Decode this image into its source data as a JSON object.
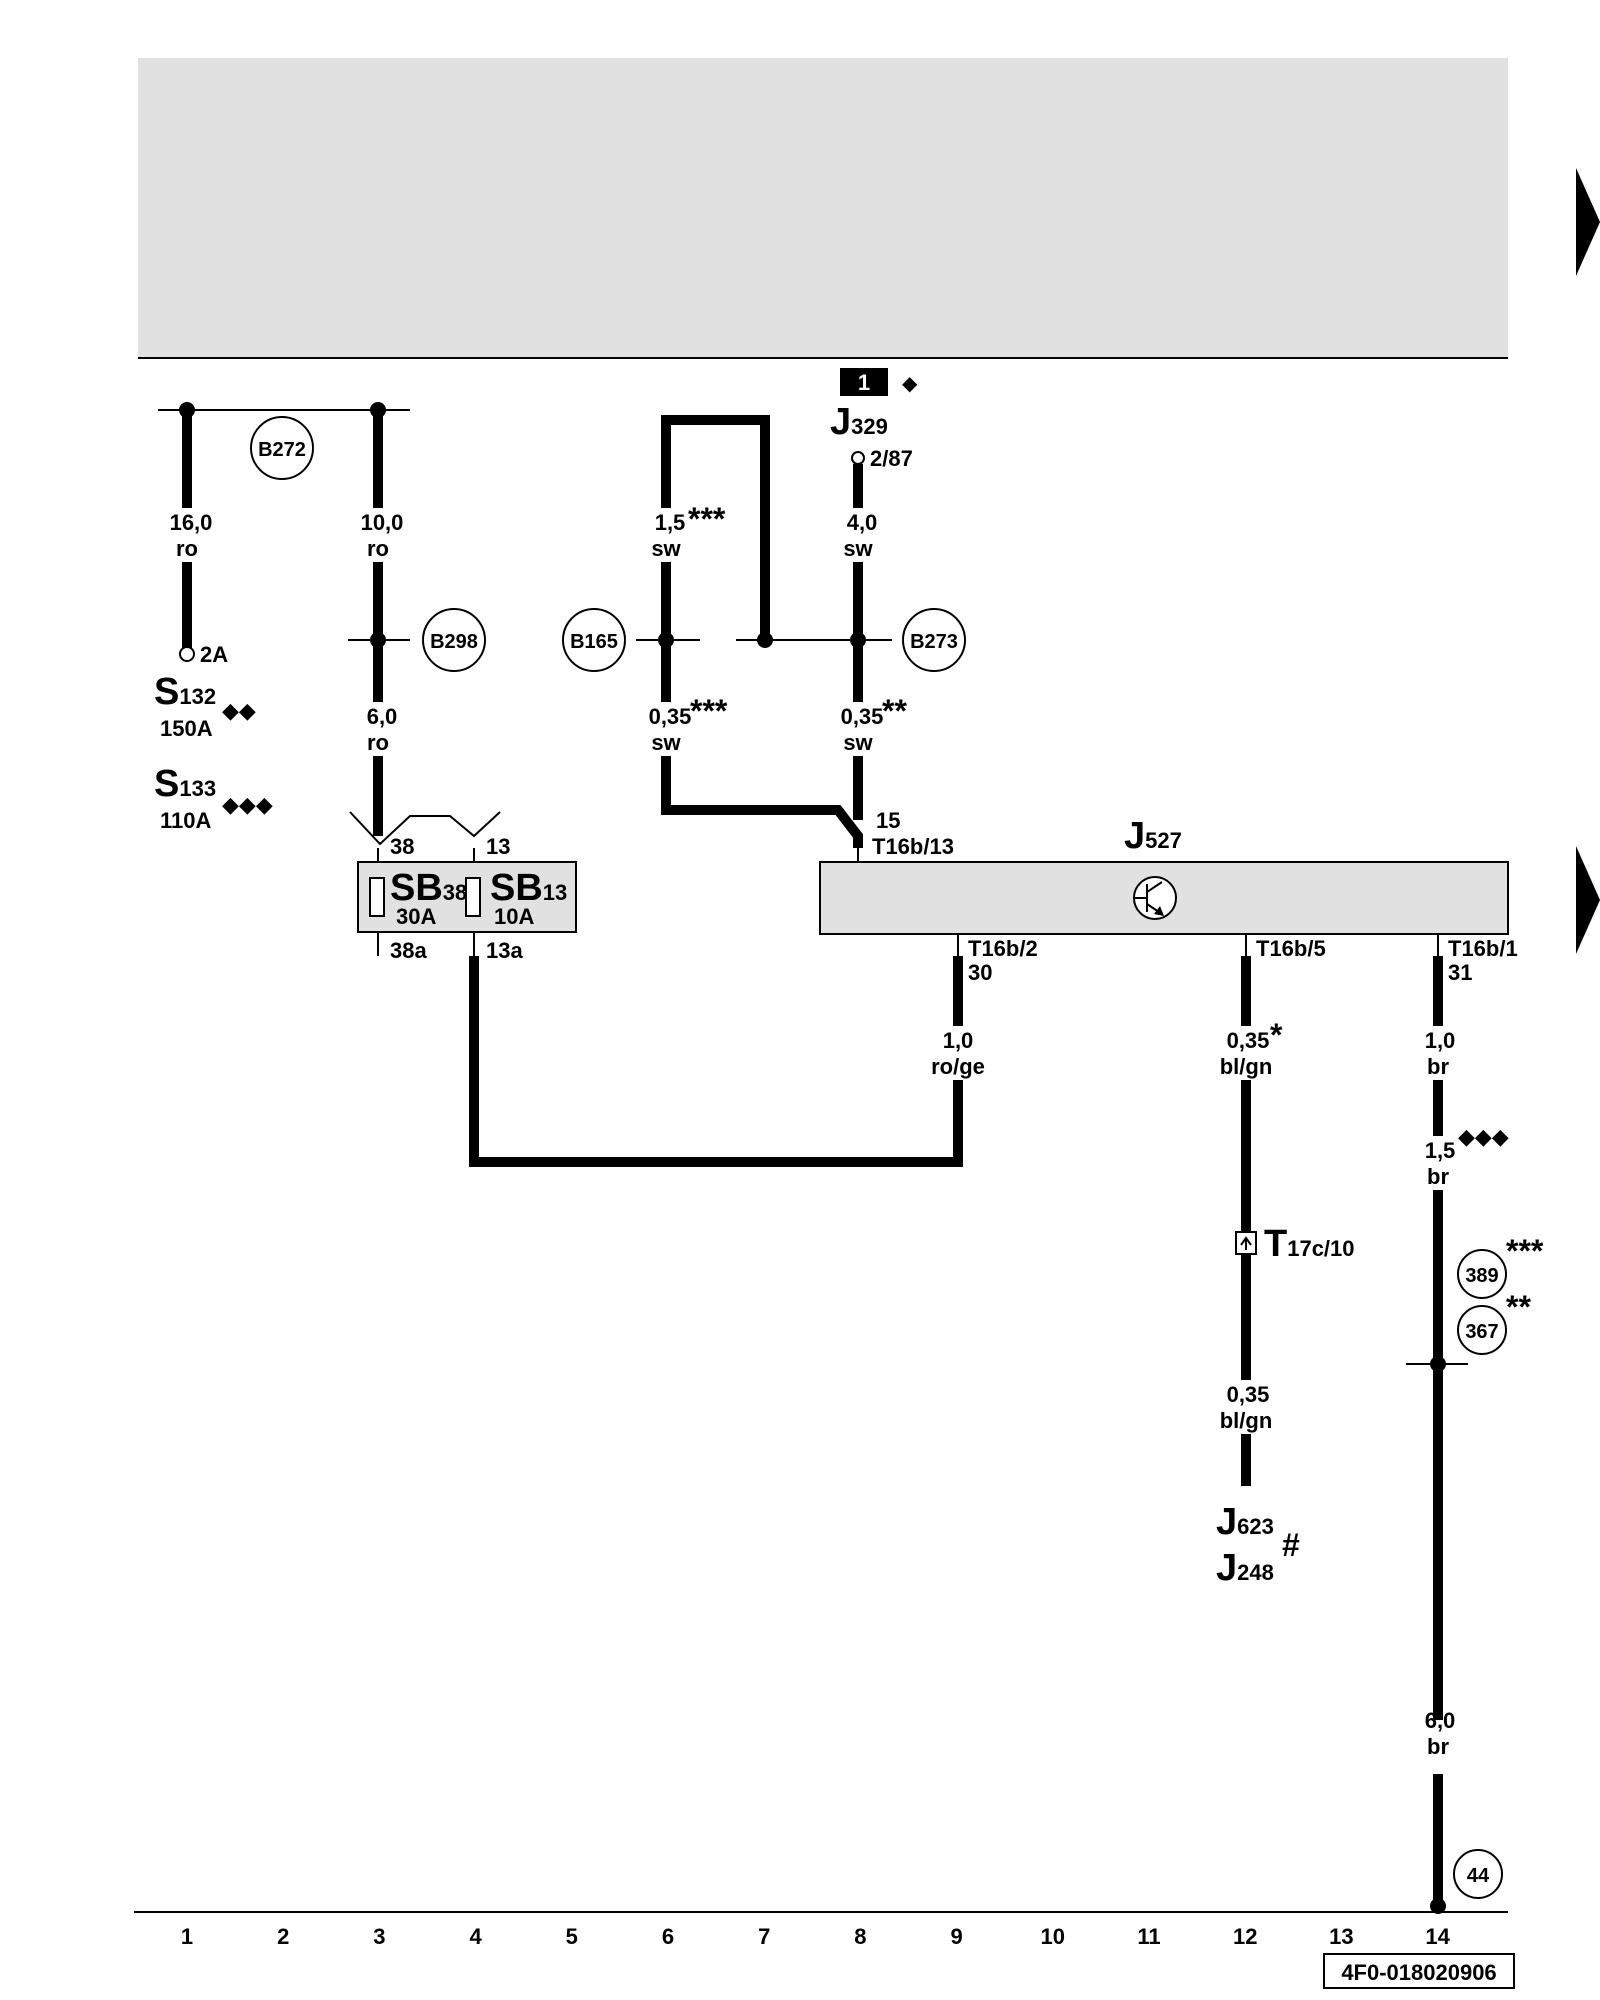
{
  "header": {
    "band_color": "#e1e1e1"
  },
  "marker": {
    "number": "1",
    "symbol": "◆"
  },
  "components": {
    "j329": {
      "letter": "J",
      "sub": "329",
      "pin": "2/87"
    },
    "j527": {
      "letter": "J",
      "sub": "527"
    },
    "s132": {
      "letter": "S",
      "sub": "132",
      "rating": "150A",
      "mark": "◆◆"
    },
    "s133": {
      "letter": "S",
      "sub": "133",
      "rating": "110A",
      "mark": "◆◆◆"
    },
    "sb38": {
      "letter": "SB",
      "sub": "38",
      "rating": "30A",
      "pin_in": "38",
      "pin_out": "38a"
    },
    "sb13": {
      "letter": "SB",
      "sub": "13",
      "rating": "10A",
      "pin_in": "13",
      "pin_out": "13a"
    },
    "t17c": {
      "letter": "T",
      "sub": "17c/10"
    },
    "j623": {
      "letter": "J",
      "sub": "623"
    },
    "j248": {
      "letter": "J",
      "sub": "248",
      "mark": "#"
    }
  },
  "connectors": {
    "c2a": "2A",
    "t16b13_num": "15",
    "t16b13": "T16b/13",
    "t16b2": "T16b/2",
    "t16b2_num": "30",
    "t16b5": "T16b/5",
    "t16b1": "T16b/1",
    "t16b1_num": "31"
  },
  "circles": {
    "b272": "B272",
    "b298": "B298",
    "b165": "B165",
    "b273": "B273",
    "c389": "389",
    "c367": "367",
    "c44": "44"
  },
  "wires": {
    "w1": {
      "size": "16,0",
      "color": "ro"
    },
    "w2": {
      "size": "10,0",
      "color": "ro"
    },
    "w3": {
      "size": "6,0",
      "color": "ro"
    },
    "w4": {
      "size": "1,5",
      "color": "sw",
      "mark": "***"
    },
    "w5": {
      "size": "0,35",
      "color": "sw",
      "mark": "***"
    },
    "w6": {
      "size": "4,0",
      "color": "sw"
    },
    "w7": {
      "size": "0,35",
      "color": "sw",
      "mark": "**"
    },
    "w8": {
      "size": "1,0",
      "color": "ro/ge"
    },
    "w9": {
      "size": "0,35",
      "color": "bl/gn",
      "mark": "*"
    },
    "w10": {
      "size": "0,35",
      "color": "bl/gn"
    },
    "w11": {
      "size": "1,0",
      "color": "br"
    },
    "w12": {
      "size": "1,5",
      "color": "br",
      "mark": "◆◆◆"
    },
    "w13": {
      "size": "6,0",
      "color": "br"
    }
  },
  "notes": {
    "n389": "***",
    "n367": "**"
  },
  "columns": [
    "1",
    "2",
    "3",
    "4",
    "5",
    "6",
    "7",
    "8",
    "9",
    "10",
    "11",
    "12",
    "13",
    "14"
  ],
  "doc_id": "4F0-018020906"
}
